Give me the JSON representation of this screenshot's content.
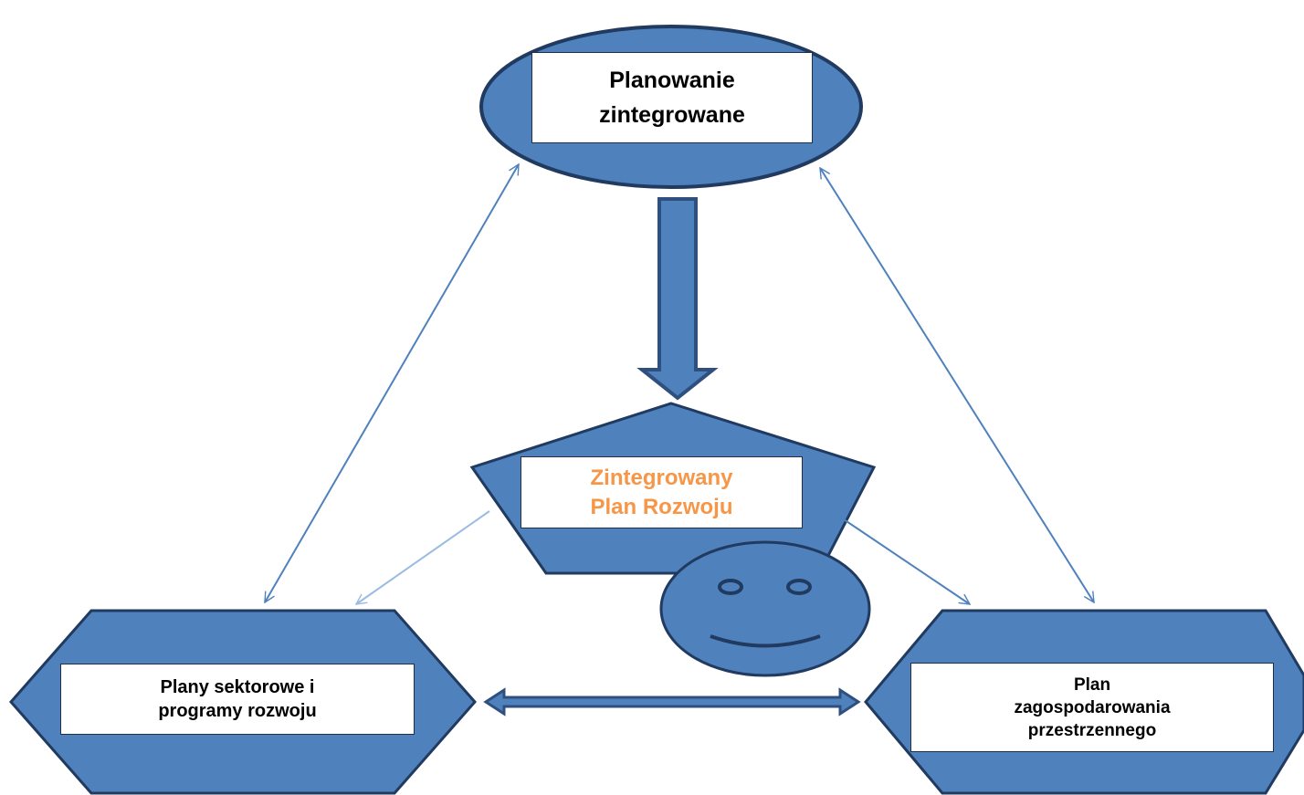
{
  "colors": {
    "shape_fill": "#4f81bd",
    "shape_stroke": "#203a60",
    "connector": "#4f81bd",
    "thick_arrow": "#2f507f",
    "center_text": "#f79646",
    "box_text": "#000000"
  },
  "nodes": {
    "top": {
      "shape": "ellipse",
      "label": "Planowanie\nzintegrowane"
    },
    "center": {
      "shape": "pentagon",
      "label": "Zintegrowany\nPlan Rozwoju"
    },
    "left": {
      "shape": "hexagon",
      "label": "Plany sektorowe i\nprogramy rozwoju"
    },
    "right": {
      "shape": "hexagon",
      "label": "Plan\nzagospodarowania\nprzestrzennego"
    }
  },
  "decoration": {
    "icon": "smiley-face-icon"
  },
  "edges": [
    {
      "from": "top",
      "to": "center",
      "style": "block-arrow"
    },
    {
      "from": "top",
      "to": "left",
      "style": "double-arrow"
    },
    {
      "from": "top",
      "to": "right",
      "style": "double-arrow"
    },
    {
      "from": "center",
      "to": "left",
      "style": "arrow"
    },
    {
      "from": "center",
      "to": "right",
      "style": "arrow"
    },
    {
      "from": "left",
      "to": "right",
      "style": "double-block-arrow"
    }
  ]
}
